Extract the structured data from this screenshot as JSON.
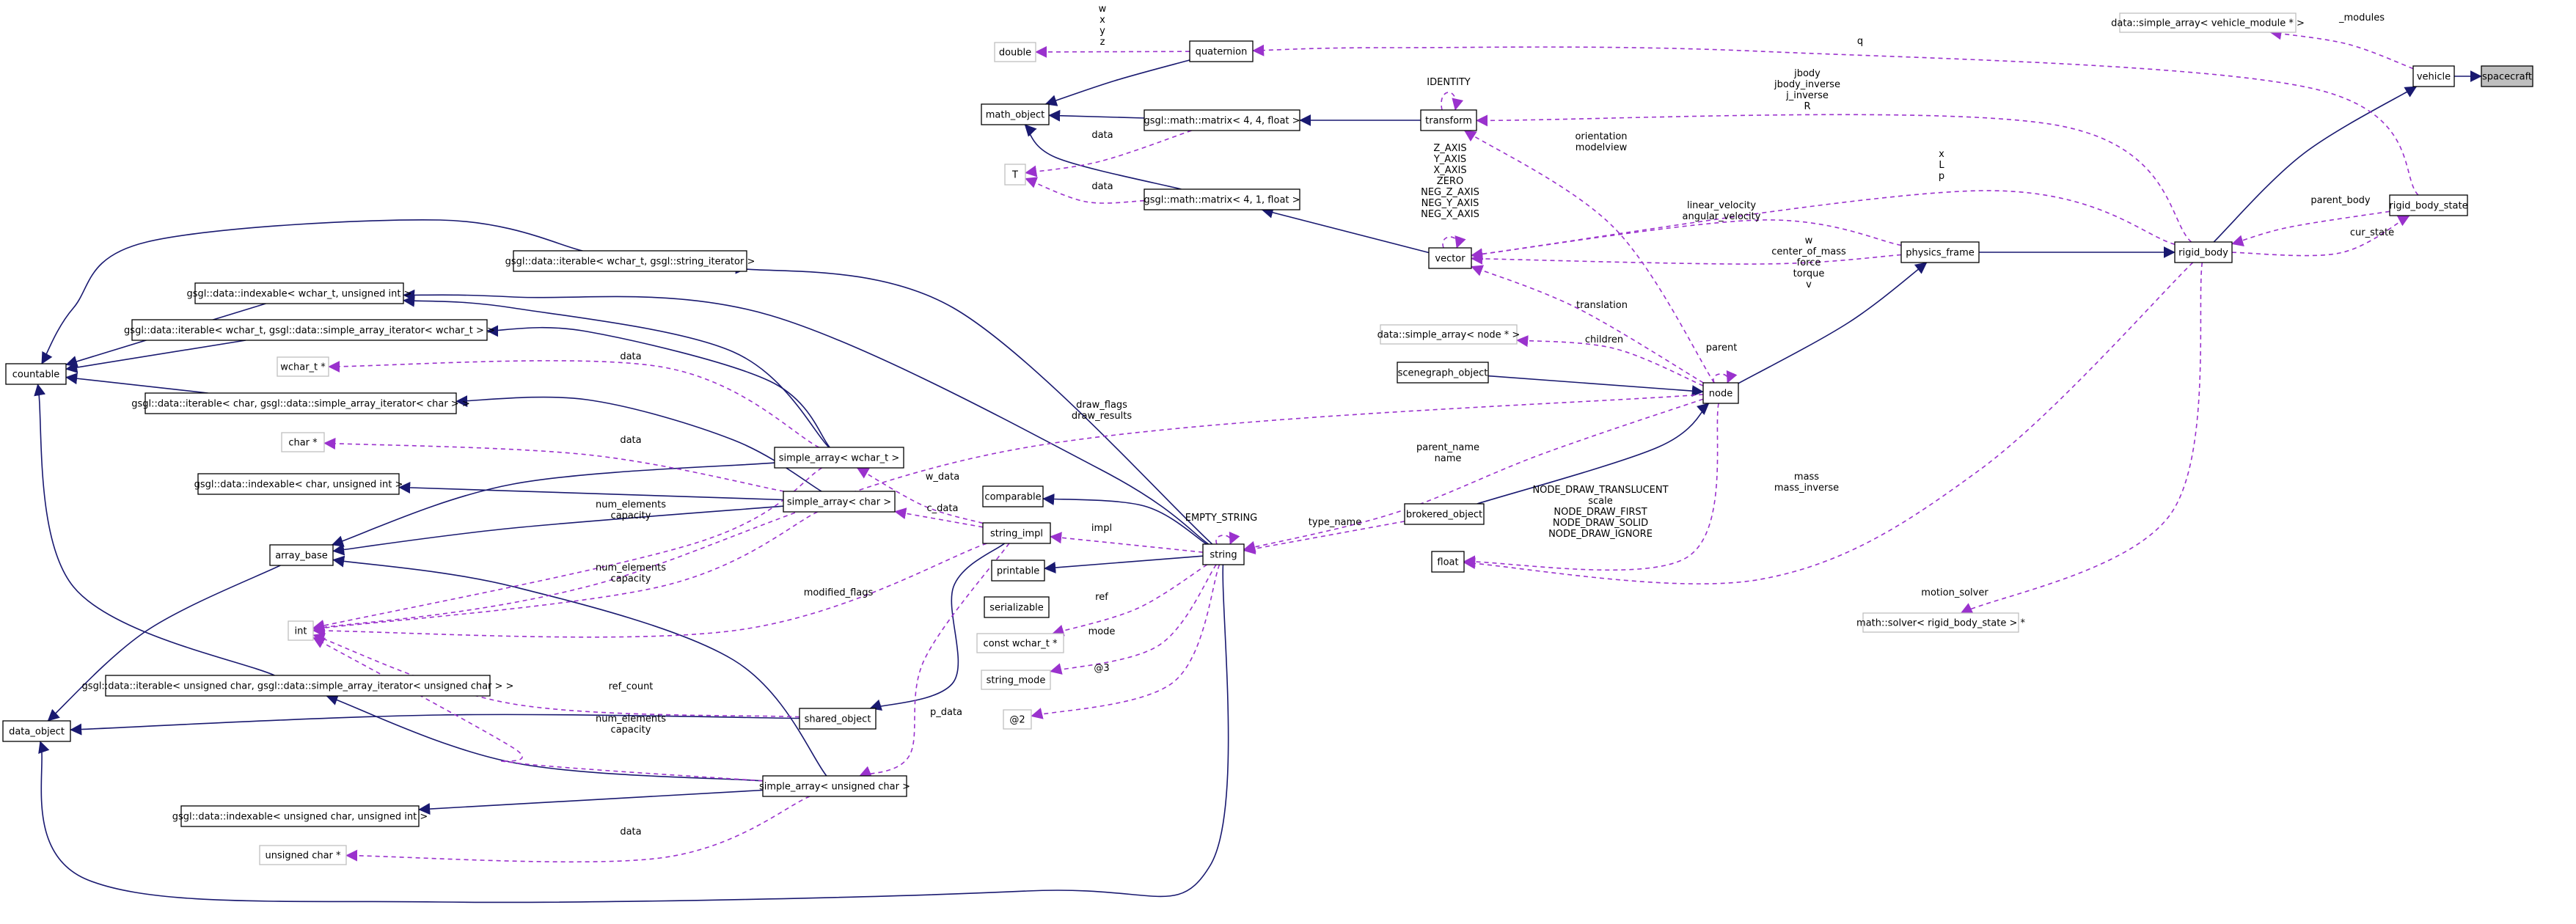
{
  "nodes": {
    "spacecraft": "spacecraft",
    "vehicle": "vehicle",
    "vehicle_modules": "data::simple_array< vehicle_module * >",
    "rigid_body_state": "rigid_body_state",
    "rigid_body": "rigid_body",
    "physics_frame": "physics_frame",
    "math_solver": "math::solver< rigid_body_state > *",
    "node": "node",
    "scenegraph_object": "scenegraph_object",
    "simple_array_node": "data::simple_array< node * >",
    "brokered_object": "brokered_object",
    "float": "float",
    "vector": "vector",
    "transform": "transform",
    "matrix44": "gsgl::math::matrix< 4, 4, float >",
    "matrix41": "gsgl::math::matrix< 4, 1, float >",
    "math_object": "math_object",
    "quaternion": "quaternion",
    "double": "double",
    "T": "T",
    "string": "string",
    "string_impl": "string_impl",
    "comparable": "comparable",
    "printable": "printable",
    "serializable": "serializable",
    "const_wchar_t": "const wchar_t *",
    "string_mode": "string_mode",
    "at2": "@2",
    "shared_object": "shared_object",
    "simple_array_wchar": "simple_array< wchar_t >",
    "simple_array_char": "simple_array< char >",
    "simple_array_uchar": "simple_array< unsigned char >",
    "iterable_wchar_string": "gsgl::data::iterable< wchar_t, gsgl::string_iterator >",
    "indexable_wchar": "gsgl::data::indexable< wchar_t, unsigned int >",
    "iterable_wchar_sai": "gsgl::data::iterable< wchar_t, gsgl::data::simple_array_iterator< wchar_t > >",
    "iterable_char_sai": "gsgl::data::iterable< char, gsgl::data::simple_array_iterator< char > >",
    "indexable_char": "gsgl::data::indexable< char, unsigned int >",
    "iterable_uchar_sai": "gsgl::data::iterable< unsigned char, gsgl::data::simple_array_iterator< unsigned char > >",
    "indexable_uchar": "gsgl::data::indexable< unsigned char, unsigned int >",
    "countable": "countable",
    "array_base": "array_base",
    "data_object": "data_object",
    "wchar_ptr": "wchar_t *",
    "char_ptr": "char *",
    "int": "int",
    "uchar_ptr": "unsigned char *"
  },
  "edge_labels": {
    "modules": "_modules",
    "q": "q",
    "jbody": "jbody\njbody_inverse\nj_inverse\nR",
    "identity": "IDENTITY",
    "wxyz": "w\nx\ny\nz",
    "data44": "data",
    "data41": "data",
    "vector_consts": "Z_AXIS\nY_AXIS\nX_AXIS\nZERO\nNEG_Z_AXIS\nNEG_Y_AXIS\nNEG_X_AXIS",
    "orientation": "orientation\nmodelview",
    "xlp": "x\nL\np",
    "velocities": "linear_velocity\nangular_velocity",
    "parent_body": "parent_body",
    "cur_state": "cur_state",
    "wcm": "w\ncenter_of_mass\nforce\ntorque\nv",
    "translation": "translation",
    "children": "children",
    "parent": "parent",
    "draw_flags": "draw_flags\ndraw_results",
    "parent_name": "parent_name\nname",
    "type_name": "type_name",
    "empty_string": "EMPTY_STRING",
    "node_draw": "NODE_DRAW_TRANSLUCENT\nscale\nNODE_DRAW_FIRST\nNODE_DRAW_SOLID\nNODE_DRAW_IGNORE",
    "mass": "mass\nmass_inverse",
    "motion_solver": "motion_solver",
    "w_data": "w_data",
    "c_data": "c_data",
    "impl": "impl",
    "ref": "ref",
    "mode": "mode",
    "at3": "@3",
    "p_data": "p_data",
    "data_wchar": "data",
    "data_char": "data",
    "data_uchar": "data",
    "num_elements1": "num_elements\ncapacity",
    "num_elements2": "num_elements\ncapacity",
    "num_elements3": "num_elements\ncapacity",
    "modified_flags": "modified_flags",
    "ref_count": "ref_count"
  },
  "colors": {
    "inheritance": "#191970",
    "usage": "#9a32cd",
    "highlight_fill": "#bfbfbf",
    "node_border": "#000000",
    "external_border": "#bfbfbf",
    "text": "#000000"
  }
}
